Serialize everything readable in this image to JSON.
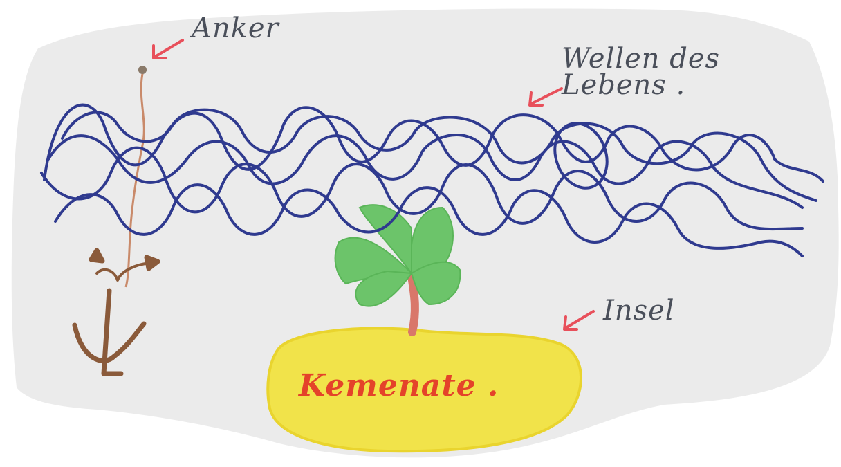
{
  "labels": {
    "anker": "Anker",
    "wellen_line1": "Wellen des",
    "wellen_line2": "Lebens .",
    "insel": "Insel",
    "kemenate": "Kemenate ."
  },
  "colors": {
    "paper": "#ebebeb",
    "waves": "#2f3a8f",
    "arrow": "#e8505b",
    "anchor": "#8a5a3a",
    "rope": "#c98a6a",
    "island": "#f1e34a",
    "palm_leaves": "#6cc46a",
    "palm_trunk": "#d9776a",
    "label_text": "#4a4f5a",
    "kemenate_text": "#e4432a"
  }
}
